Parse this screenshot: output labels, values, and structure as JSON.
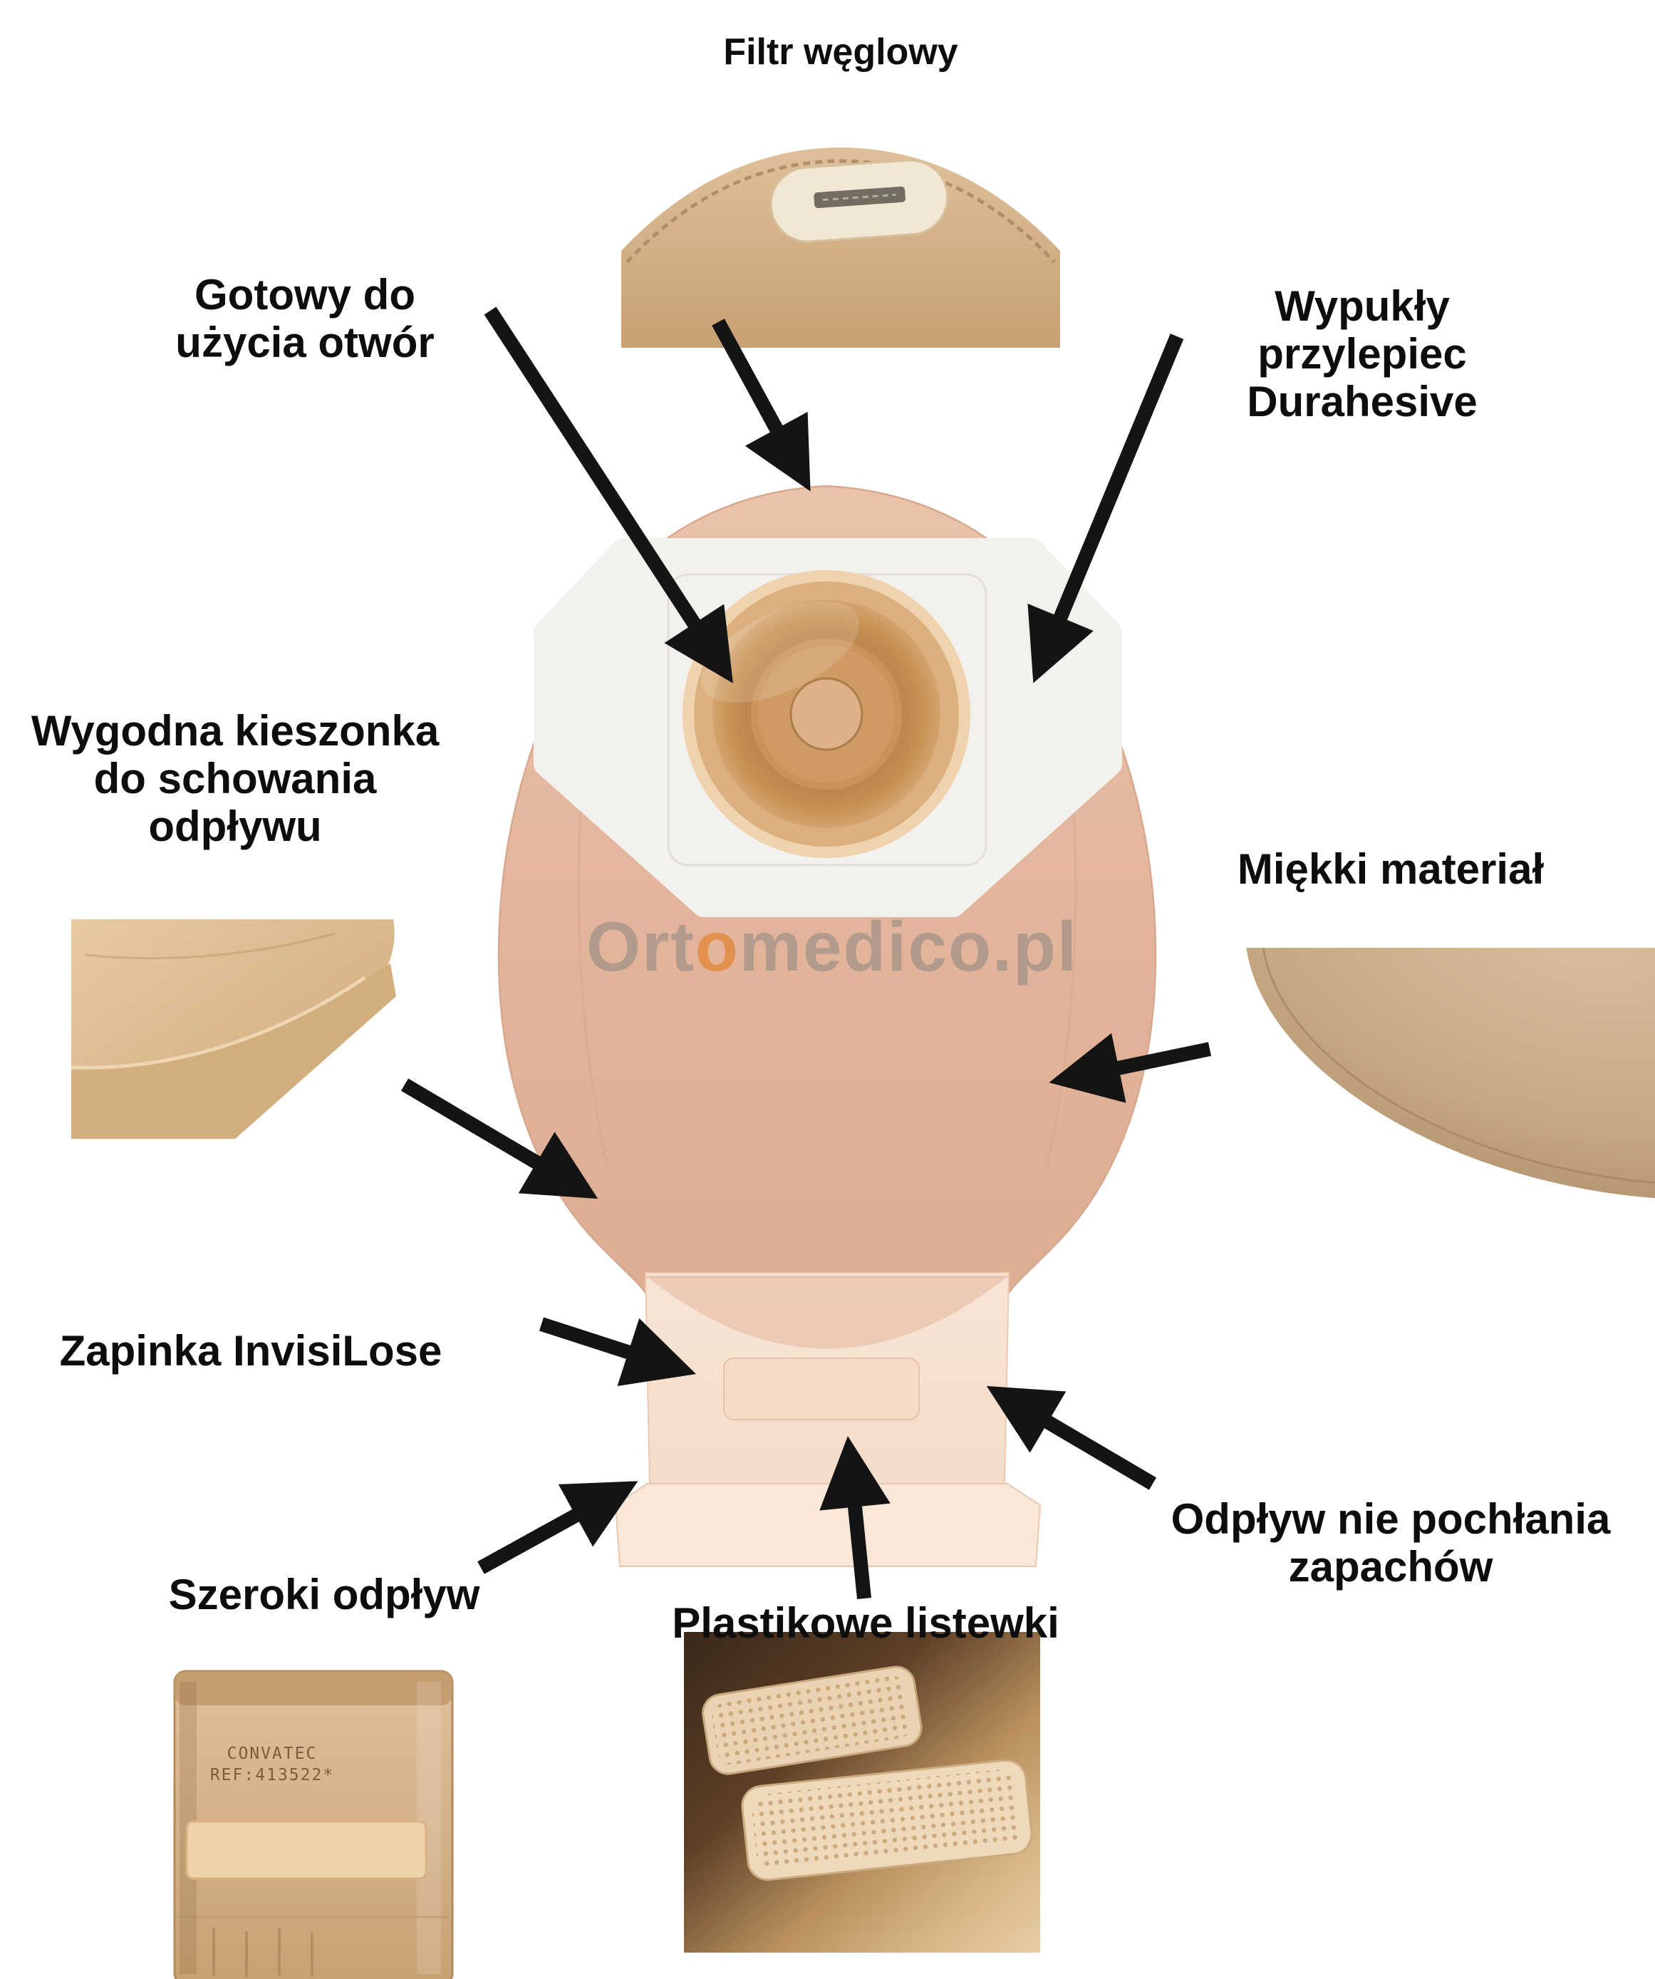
{
  "labels": {
    "carbon_filter": {
      "text": "Filtr węglowy"
    },
    "ready_opening": {
      "lines": [
        "Gotowy do",
        "użycia otwór"
      ]
    },
    "convex_adhesive": {
      "lines": [
        "Wypukły",
        "przylepiec",
        "Durahesive"
      ]
    },
    "pocket": {
      "lines": [
        "Wygodna kieszonka",
        "do schowania",
        "odpływu"
      ]
    },
    "soft_material": {
      "text": "Miękki materiał"
    },
    "invisilose_clasp": {
      "text": "Zapinka InvisiLose"
    },
    "wide_outlet": {
      "text": "Szeroki odpływ"
    },
    "plastic_strips": {
      "text": "Plastikowe listewki"
    },
    "odor_proof_outlet": {
      "lines": [
        "Odpływ nie pochłania",
        "zapachów"
      ]
    }
  },
  "watermark": {
    "part1": "Ort",
    "part2": "o",
    "part3": "medico.pl"
  },
  "product_embossing": {
    "line1": "CONVATEC",
    "line2": "REF:413522*"
  },
  "colors": {
    "arrow": "#141414",
    "label_text": "#0d0d0d",
    "bag_peach": "#e2b49c",
    "sleeve_cream": "#f6e0d0",
    "flange_white": "#f3f1ed",
    "disc_tan": "#c18c52",
    "fabric_beige": "#d3ae82",
    "watermark_gray": "#8a8580",
    "watermark_orange": "#e07b20"
  }
}
